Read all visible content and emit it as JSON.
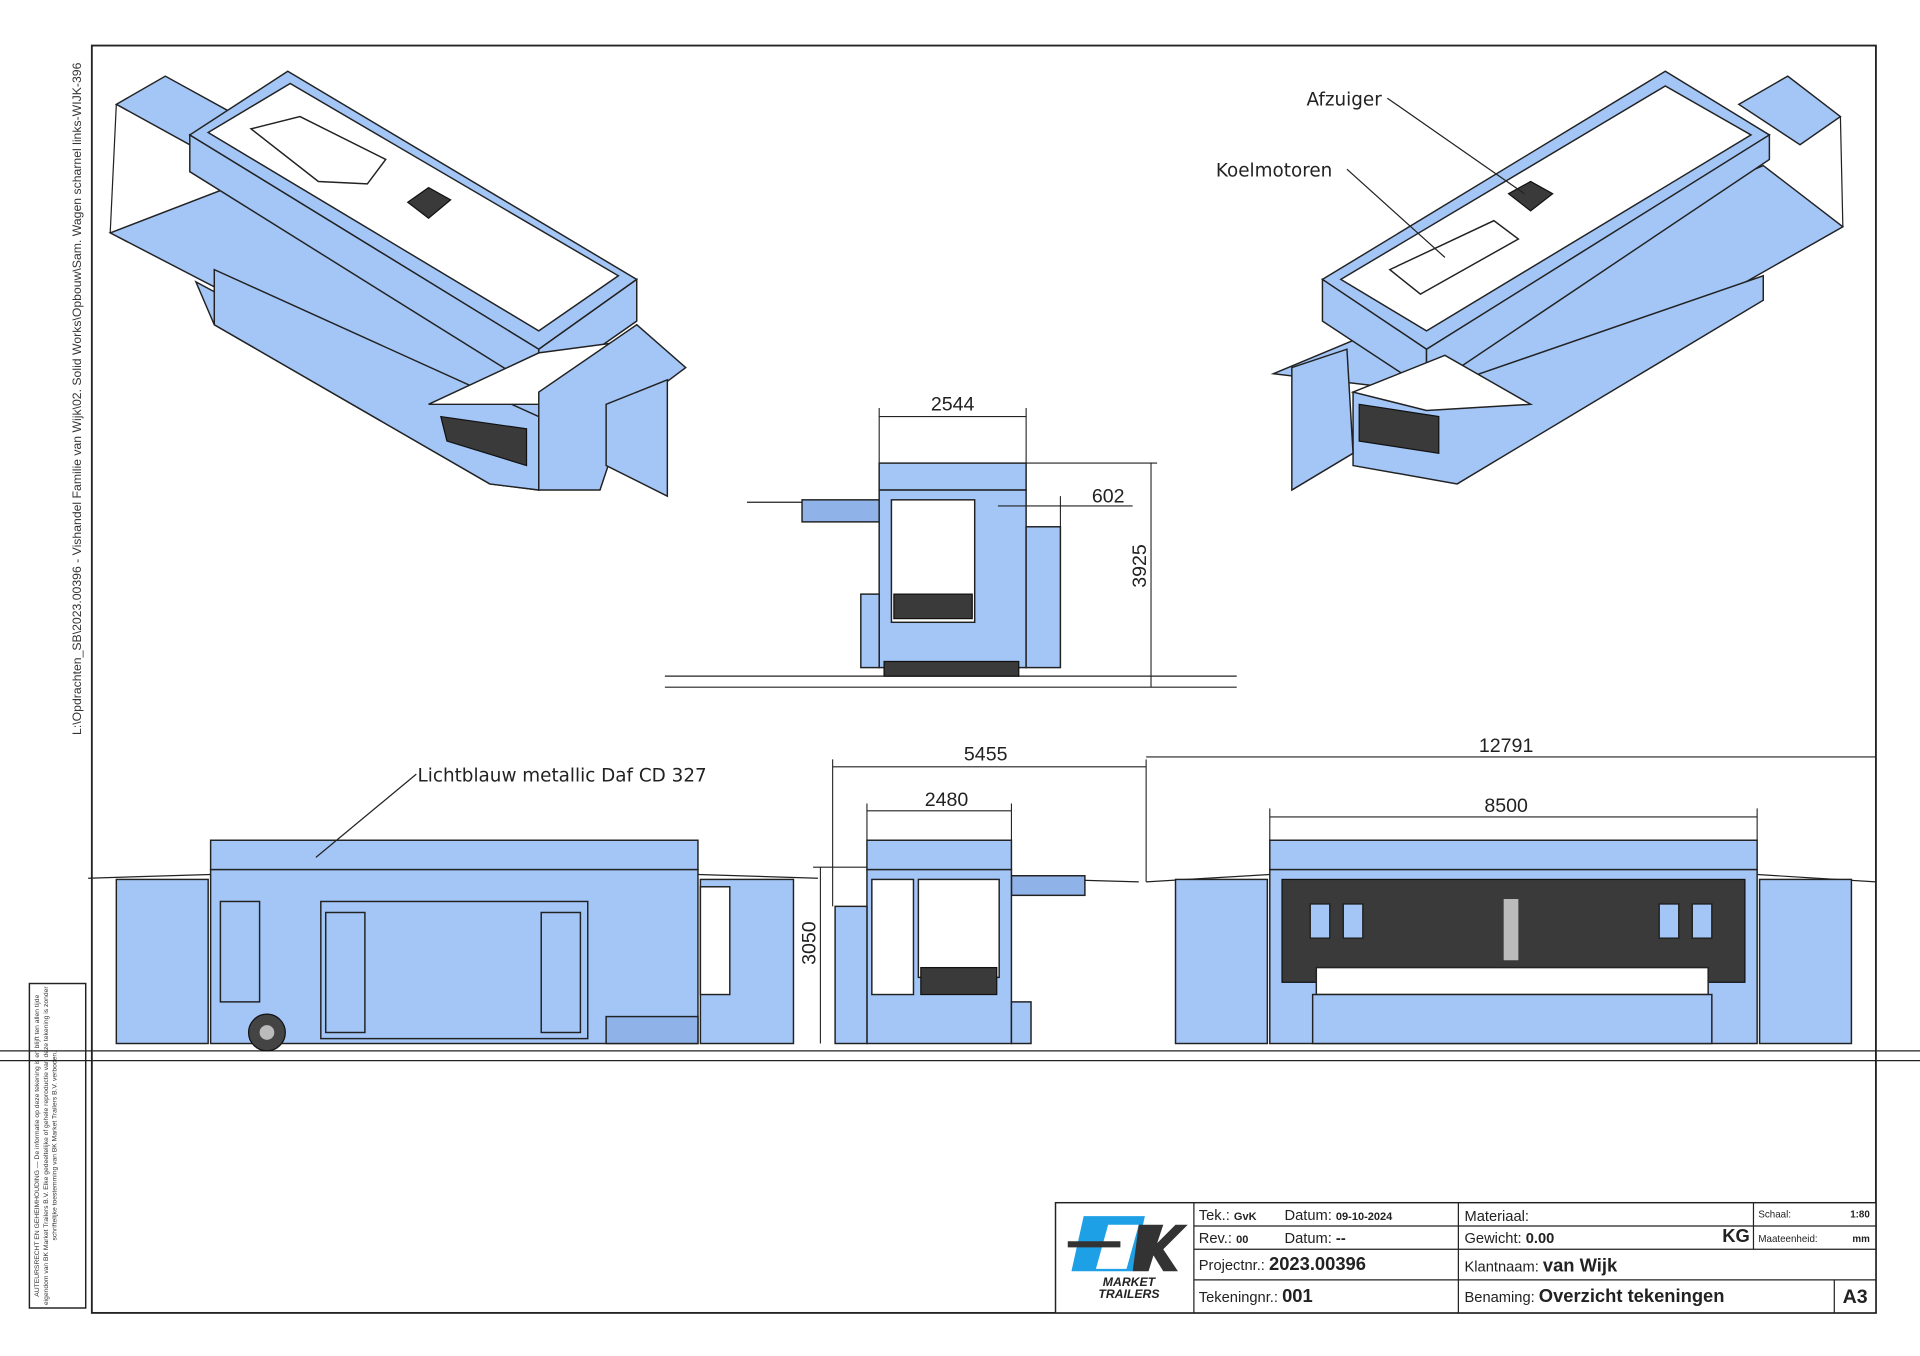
{
  "sheet": {
    "file_path": "L:\\Opdrachten_SB\\2023.00396 - Vishandel Familie van Wijk\\02. Solid Works\\Opbouw\\Sam. Wagen scharnel links-WIJK-396",
    "copyright_notice": "AUTEURSRECHT EN GEHEIMHOUDING — De informatie op deze tekening is en blijft ten allen tijde eigendom van BK Market Trailers B.V. Elke gedeeltelijke of gehele reproductie van deze tekening is zonder schriftelijke toestemming van BK Market Trailers B.V. verboden."
  },
  "annotations": {
    "color_note": "Lichtblauw metallic Daf CD 327",
    "afzuiger": "Afzuiger",
    "koelmotoren": "Koelmotoren"
  },
  "dimensions": {
    "end_width": "2544",
    "end_offset": "602",
    "end_height": "3925",
    "rear_total_width": "5455",
    "rear_width": "2480",
    "rear_height": "3050",
    "front_total_length": "12791",
    "front_length": "8500"
  },
  "colors": {
    "body": "#a3c6f7",
    "logo_blue": "#1ea0e6",
    "logo_dark": "#333333"
  },
  "title_block": {
    "logo_text_1": "MARKET",
    "logo_text_2": "TRAILERS",
    "tek_label": "Tek.:",
    "tek_value": "GvK",
    "datum_label": "Datum:",
    "datum_value": "09-10-2024",
    "rev_label": "Rev.:",
    "rev_value": "00",
    "rev_datum_label": "Datum:",
    "rev_datum_value": "--",
    "projectnr_label": "Projectnr.:",
    "projectnr_value": "2023.00396",
    "tekeningnr_label": "Tekeningnr.:",
    "tekeningnr_value": "001",
    "materiaal_label": "Materiaal:",
    "materiaal_value": "",
    "gewicht_label": "Gewicht:",
    "gewicht_value": "0.00",
    "gewicht_unit": "KG",
    "klantnaam_label": "Klantnaam:",
    "klantnaam_value": "van Wijk",
    "benaming_label": "Benaming:",
    "benaming_value": "Overzicht tekeningen",
    "schaal_label": "Schaal:",
    "schaal_value": "1:80",
    "maateenheid_label": "Maateenheid:",
    "maateenheid_value": "mm",
    "format": "A3"
  }
}
